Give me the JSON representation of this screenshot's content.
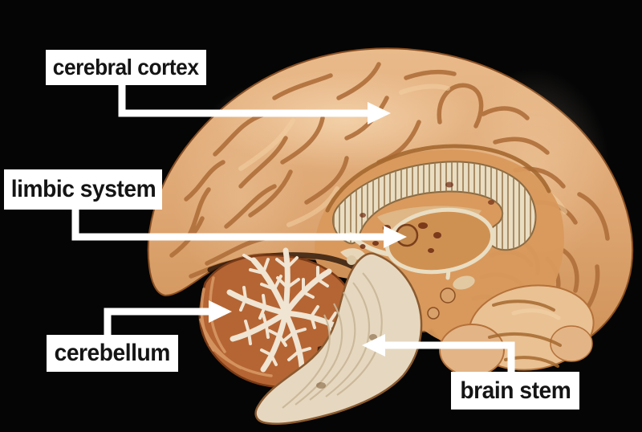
{
  "scene": {
    "description": "Plastic model of a human brain, mid-sagittal section, photographed on a black background with anatomy labels and arrows"
  },
  "labels": [
    {
      "id": "cerebral-cortex",
      "text": "cerebral cortex"
    },
    {
      "id": "limbic-system",
      "text": "limbic system"
    },
    {
      "id": "cerebellum",
      "text": "cerebellum"
    },
    {
      "id": "brain-stem",
      "text": "brain stem"
    }
  ],
  "colors": {
    "background": "#050505",
    "label_background": "#ffffff",
    "label_text": "#141414",
    "arrow": "#ffffff",
    "cortex_base": "#dda571",
    "cortex_highlight": "#ecc298",
    "sulcus_line": "#b0703c",
    "medial_surface": "#d9995c",
    "corpus_callosum": "#e9ddc2",
    "callosum_hatch": "#9a7a50",
    "thalamus": "#cf9152",
    "cerebellum_base": "#b56533",
    "arbor_vitae": "#f0e4d2",
    "brain_stem": "#e6d8c0",
    "temporal_lobe": "#e9c193",
    "dark_spot": "#6e2b12"
  }
}
